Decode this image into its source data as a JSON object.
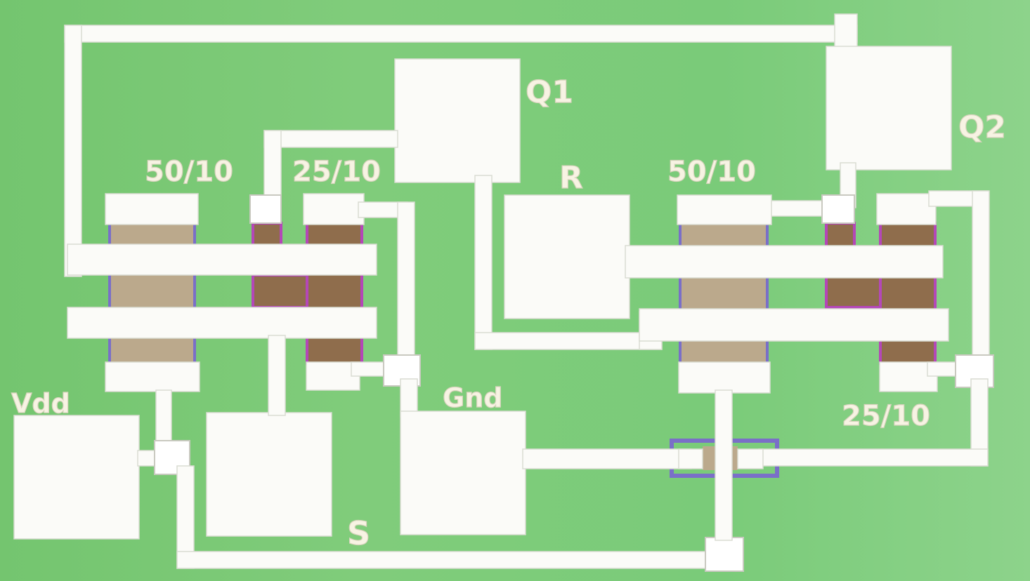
{
  "labels": {
    "q1": "Q1",
    "q2": "Q2",
    "r": "R",
    "vdd": "Vdd",
    "gnd": "Gnd",
    "s": "S",
    "pmos_left_size": "50/10",
    "nmos_left_size": "25/10",
    "pmos_right_size": "50/10",
    "nmos_right_size": "25/10"
  },
  "colors": {
    "substrate": "#79c978",
    "metal": "#fbfbf8",
    "p_diffusion": "#bba98c",
    "n_diffusion": "#8f6d4c",
    "well_outline": "#b447b8",
    "active_outline": "#7a6fc8"
  }
}
